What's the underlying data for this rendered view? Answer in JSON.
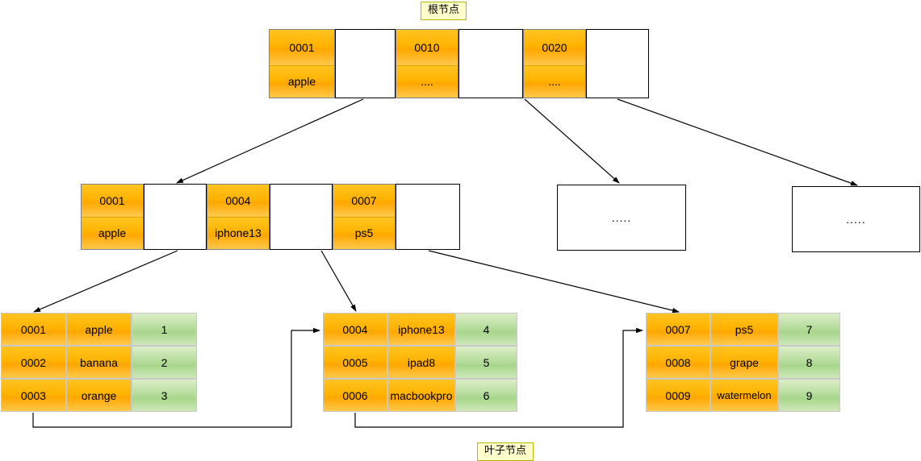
{
  "captions": {
    "root": "根节点",
    "leaf": "叶子节点"
  },
  "colors": {
    "key_orange": "#ffb300",
    "value_green": "#a8d68c",
    "caption_bg": "#ffffcc",
    "border": "#000000"
  },
  "root_node": {
    "name": "root-node",
    "entries": [
      {
        "key": "0001",
        "value": "apple"
      },
      {
        "key": "0010",
        "value": "...."
      },
      {
        "key": "0020",
        "value": "...."
      }
    ]
  },
  "internal_nodes": [
    {
      "name": "internal-node-1",
      "entries": [
        {
          "key": "0001",
          "value": "apple"
        },
        {
          "key": "0004",
          "value": "iphone13"
        },
        {
          "key": "0007",
          "value": "ps5"
        }
      ]
    }
  ],
  "placeholder_nodes": [
    {
      "name": "internal-node-placeholder-1",
      "text": "....."
    },
    {
      "name": "internal-node-placeholder-2",
      "text": "....."
    }
  ],
  "leaf_nodes": [
    {
      "name": "leaf-node-1",
      "rows": [
        {
          "key": "0001",
          "value": "apple",
          "num": "1"
        },
        {
          "key": "0002",
          "value": "banana",
          "num": "2"
        },
        {
          "key": "0003",
          "value": "orange",
          "num": "3"
        }
      ]
    },
    {
      "name": "leaf-node-2",
      "rows": [
        {
          "key": "0004",
          "value": "iphone13",
          "num": "4"
        },
        {
          "key": "0005",
          "value": "ipad8",
          "num": "5"
        },
        {
          "key": "0006",
          "value": "macbookpro",
          "num": "6"
        }
      ]
    },
    {
      "name": "leaf-node-3",
      "rows": [
        {
          "key": "0007",
          "value": "ps5",
          "num": "7"
        },
        {
          "key": "0008",
          "value": "grape",
          "num": "8"
        },
        {
          "key": "0009",
          "value": "watermelon",
          "num": "9"
        }
      ]
    }
  ]
}
